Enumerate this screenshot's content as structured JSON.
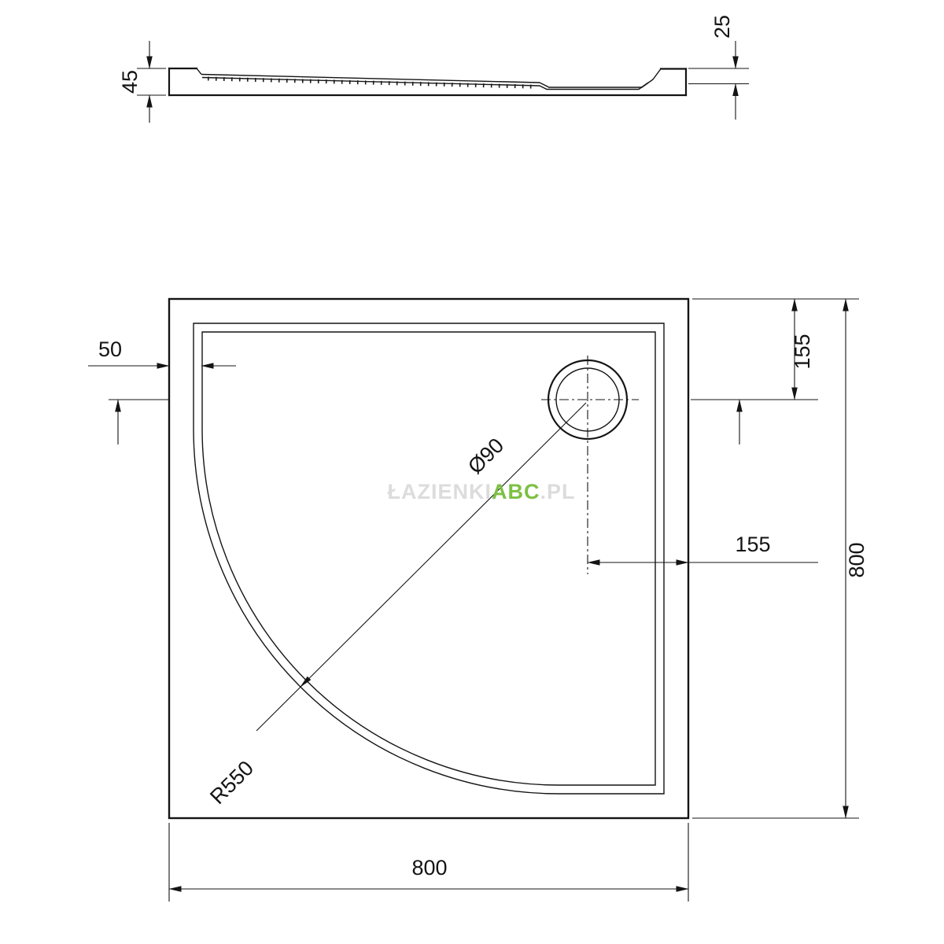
{
  "section": {
    "height_left": "45",
    "height_right": "25"
  },
  "plan": {
    "rim_width": "50",
    "drain_offset_top": "155",
    "drain_offset_right": "155",
    "overall_width": "800",
    "overall_depth": "800",
    "drain_diameter": "Ø90",
    "front_radius": "R550"
  },
  "watermark": {
    "prefix": "ŁAZIENKI",
    "brand": "ABC",
    "suffix": ".PL",
    "brand_color": "#7cc043"
  }
}
